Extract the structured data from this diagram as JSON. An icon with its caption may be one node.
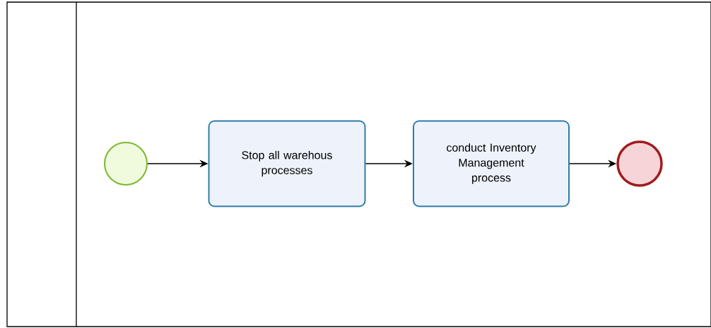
{
  "diagram": {
    "nodes": [
      {
        "text": [],
        "shape": "box"
      },
      {
        "text": [],
        "shape": "circle",
        "in": 0
      },
      {
        "text": [
          "Stop all warehous processes"
        ],
        "in": 0
      },
      {
        "text": [
          "conduct Inventory Management process"
        ],
        "in": 0
      },
      {
        "text": [],
        "shape": "circle",
        "in": 0
      }
    ],
    "edges": [
      {
        "from": 1,
        "to": 2,
        "arrow": "to"
      },
      {
        "from": 2,
        "to": 3,
        "arrow": "to"
      },
      {
        "from": 3,
        "to": 4,
        "arrow": "to"
      }
    ]
  }
}
